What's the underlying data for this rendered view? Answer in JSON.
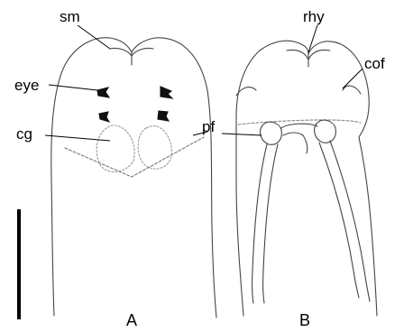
{
  "figure": {
    "labels": {
      "sm": "sm",
      "eye": "eye",
      "cg": "cg",
      "rhy": "rhy",
      "cof": "cof",
      "pf": "pf"
    },
    "panels": {
      "a": "A",
      "b": "B"
    },
    "colors": {
      "ink": "#000000",
      "outline": "#444444",
      "dash": "#888888"
    }
  }
}
